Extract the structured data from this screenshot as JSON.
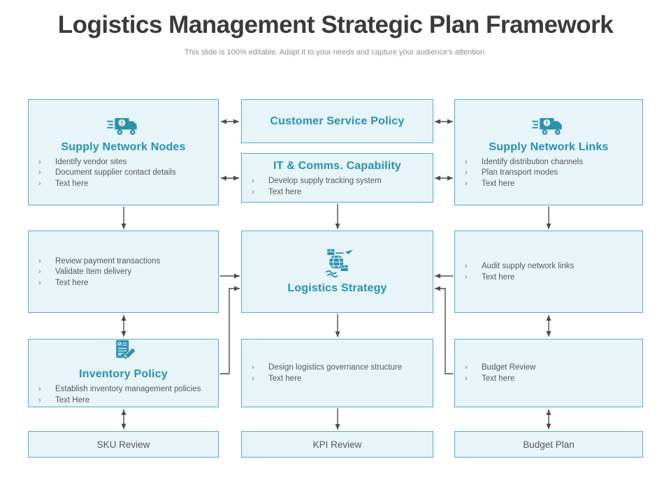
{
  "header": {
    "title": "Logistics Management Strategic Plan Framework",
    "subtitle": "This slide is 100% editable. Adapt it to your needs and capture your audience's attention."
  },
  "bullet_marker": "›",
  "colors": {
    "box_fill": "#e7f4f8",
    "box_border": "#54aec4",
    "heading_teal": "#2792b0",
    "body_text": "#595959",
    "arrow": "#4d4d4d",
    "title_text": "#3b3b3b",
    "icon_teal": "#2b92ae"
  },
  "boxes": {
    "supply_network_nodes": {
      "title": "Supply Network Nodes",
      "icon": "delivery-truck-icon",
      "bullets": [
        "Identify vendor sites",
        "Document supplier contact details",
        "Text here"
      ]
    },
    "customer_service_policy": {
      "title": "Customer Service Policy"
    },
    "it_comms_capability": {
      "title": "IT & Comms. Capability",
      "bullets": [
        "Develop supply tracking system",
        "Text here"
      ]
    },
    "supply_network_links": {
      "title": "Supply Network Links",
      "icon": "delivery-truck-icon",
      "bullets": [
        "Identify distribution channels",
        "Plan transport modes",
        "Text here"
      ]
    },
    "payment_review": {
      "bullets": [
        "Review payment transactions",
        "Validate Item delivery",
        "Text here"
      ]
    },
    "logistics_strategy": {
      "title": "Logistics Strategy",
      "icon": "global-logistics-icon"
    },
    "audit_links": {
      "bullets": [
        "Audit supply network links",
        "Text here"
      ]
    },
    "inventory_policy": {
      "title": "Inventory Policy",
      "icon": "policy-document-icon",
      "bullets": [
        "Establish inventory management policies",
        "Text Here"
      ]
    },
    "governance": {
      "bullets": [
        "Design logistics governance structure",
        "Text here"
      ]
    },
    "budget_review": {
      "bullets": [
        "Budget Review",
        "Text here"
      ]
    },
    "sku_review": {
      "title": "SKU Review"
    },
    "kpi_review": {
      "title": "KPI Review"
    },
    "budget_plan": {
      "title": "Budget Plan"
    }
  }
}
